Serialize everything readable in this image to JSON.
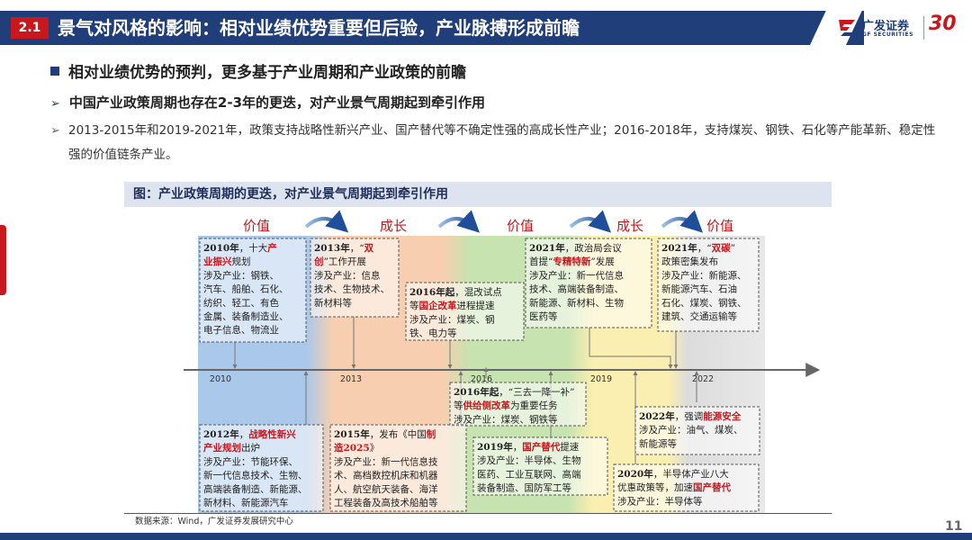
{
  "header": {
    "section_number": "2.1",
    "title": "景气对风格的影响：相对业绩优势重要但后验，产业脉搏形成前瞻",
    "logo_cn": "广发证券",
    "logo_en": "GF SECURITIES",
    "logo_anniversary": "30"
  },
  "content": {
    "heading": "相对业绩优势的预判，更多基于产业周期和产业政策的前瞻",
    "subheading": "中国产业政策周期也存在2-3年的更迭，对产业景气周期起到牵引作用",
    "paragraph": "2013-2015年和2019-2021年，政策支持战略性新兴产业、国产替代等不确定性强的高成长性产业；2016-2018年，支持煤炭、钢铁、石化等产能革新、稳定性强的价值链条产业。"
  },
  "figure": {
    "title": "图：产业政策周期的更迭，对产业景气周期起到牵引作用",
    "source": "数据来源：Wind，广发证券发展研究中心",
    "phases": [
      {
        "label": "价值",
        "color": "#a9c8ea"
      },
      {
        "label": "成长",
        "color": "#f7cfb0"
      },
      {
        "label": "价值",
        "color": "#c7e3b0"
      },
      {
        "label": "成长",
        "color": "#faeeb0"
      },
      {
        "label": "价值",
        "color": "#dcdcdc"
      }
    ],
    "years": [
      "2010",
      "2013",
      "2016",
      "2019",
      "2022"
    ],
    "events": [
      {
        "year": "2010年",
        "lines": [
          [
            [
              "，十大",
              "n"
            ],
            [
              "产",
              "r"
            ]
          ],
          [
            [
              "业振兴",
              "r"
            ],
            [
              "规划",
              "n"
            ]
          ],
          [
            [
              "涉及产业：钢铁、",
              "n"
            ]
          ],
          [
            [
              "汽车、船舶、石化、",
              "n"
            ]
          ],
          [
            [
              "纺织、轻工、有色",
              "n"
            ]
          ],
          [
            [
              "金属、装备制造业、",
              "n"
            ]
          ],
          [
            [
              "电子信息、物流业",
              "n"
            ]
          ]
        ]
      },
      {
        "year": "2013年",
        "lines": [
          [
            [
              "，“",
              "n"
            ],
            [
              "双",
              "r"
            ]
          ],
          [
            [
              "创",
              "r"
            ],
            [
              "”工作开展",
              "n"
            ]
          ],
          [
            [
              "涉及产业：信息",
              "n"
            ]
          ],
          [
            [
              "技术、生物技术、",
              "n"
            ]
          ],
          [
            [
              "新材料等",
              "n"
            ]
          ]
        ]
      },
      {
        "year": "2016年起",
        "lines": [
          [
            [
              "，混改试点",
              "n"
            ]
          ],
          [
            [
              "等",
              "n"
            ],
            [
              "国企改革",
              "r"
            ],
            [
              "进程提速",
              "n"
            ]
          ],
          [
            [
              "涉及产业：煤炭、钢",
              "n"
            ]
          ],
          [
            [
              "铁、电力等",
              "n"
            ]
          ]
        ]
      },
      {
        "year": "2021年",
        "lines": [
          [
            [
              "，政治局会议",
              "n"
            ]
          ],
          [
            [
              "首提“",
              "n"
            ],
            [
              "专精特新",
              "r"
            ],
            [
              "”发展",
              "n"
            ]
          ],
          [
            [
              "涉及产业：新一代信息",
              "n"
            ]
          ],
          [
            [
              "技术、高端装备制造、",
              "n"
            ]
          ],
          [
            [
              "新能源、新材料、生物",
              "n"
            ]
          ],
          [
            [
              "医药等",
              "n"
            ]
          ]
        ]
      },
      {
        "year": "2021年",
        "lines": [
          [
            [
              "，“",
              "n"
            ],
            [
              "双碳",
              "r"
            ],
            [
              "”",
              "n"
            ]
          ],
          [
            [
              "政策密集发布",
              "n"
            ]
          ],
          [
            [
              "涉及产业：新能源、",
              "n"
            ]
          ],
          [
            [
              "新能源汽车、石油",
              "n"
            ]
          ],
          [
            [
              "石化、煤炭、钢铁、",
              "n"
            ]
          ],
          [
            [
              "建筑、交通运输等",
              "n"
            ]
          ]
        ]
      },
      {
        "year": "2016年起",
        "lines": [
          [
            [
              "，“三去一降一补”",
              "n"
            ]
          ],
          [
            [
              "等",
              "n"
            ],
            [
              "供给侧改革",
              "r"
            ],
            [
              "为重要任务",
              "n"
            ]
          ],
          [
            [
              "涉及产业：煤炭、钢铁等",
              "n"
            ]
          ]
        ]
      },
      {
        "year": "2022年",
        "lines": [
          [
            [
              "，强调",
              "n"
            ],
            [
              "能源安全",
              "r"
            ]
          ],
          [
            [
              "涉及产业：油气、煤炭、",
              "n"
            ]
          ],
          [
            [
              "新能源等",
              "n"
            ]
          ]
        ]
      },
      {
        "year": "2012年",
        "lines": [
          [
            [
              "，",
              "n"
            ],
            [
              "战略性新兴",
              "r"
            ]
          ],
          [
            [
              "产业规划",
              "r"
            ],
            [
              "出炉",
              "n"
            ]
          ],
          [
            [
              "涉及产业：节能环保、",
              "n"
            ]
          ],
          [
            [
              "新一代信息技术、生物、",
              "n"
            ]
          ],
          [
            [
              "高端装备制造、新能源、",
              "n"
            ]
          ],
          [
            [
              "新材料、新能源汽车",
              "n"
            ]
          ]
        ]
      },
      {
        "year": "2015年",
        "lines": [
          [
            [
              "，发布《中国",
              "n"
            ],
            [
              "制",
              "r"
            ]
          ],
          [
            [
              "造2025",
              "r"
            ],
            [
              "》",
              "n"
            ]
          ],
          [
            [
              "涉及产业：新一代信息技",
              "n"
            ]
          ],
          [
            [
              "术、高档数控机床和机器",
              "n"
            ]
          ],
          [
            [
              "人、航空航天装备、海洋",
              "n"
            ]
          ],
          [
            [
              "工程装备及高技术船舶等",
              "n"
            ]
          ]
        ]
      },
      {
        "year": "2019年",
        "lines": [
          [
            [
              "，",
              "n"
            ],
            [
              "国产替代",
              "r"
            ],
            [
              "提速",
              "n"
            ]
          ],
          [
            [
              "涉及产业：半导体、生物",
              "n"
            ]
          ],
          [
            [
              "医药、工业互联网、高端",
              "n"
            ]
          ],
          [
            [
              "装备制造、国防军工等",
              "n"
            ]
          ]
        ]
      },
      {
        "year": "2020年",
        "lines": [
          [
            [
              "，半导体产业八大",
              "n"
            ]
          ],
          [
            [
              "优惠政策等，加速",
              "n"
            ],
            [
              "国产替代",
              "r"
            ]
          ],
          [
            [
              "涉及产业：半导体等",
              "n"
            ]
          ]
        ]
      }
    ]
  },
  "page_number": "11"
}
